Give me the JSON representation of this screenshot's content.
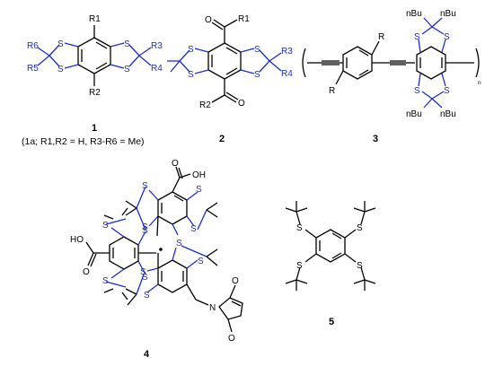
{
  "colors": {
    "ink": "#000000",
    "accent": "#1a2ecc"
  },
  "compound_1": {
    "number": "1",
    "r1": "R1",
    "r2": "R2",
    "r3": "R3",
    "r4": "R4",
    "r5": "R5",
    "r6": "R6",
    "atom_s": "S",
    "note": "(1a; R1,R2 = H, R3-R6 = Me)"
  },
  "compound_2": {
    "number": "2",
    "r1": "R1",
    "r2": "R2",
    "r3": "R3",
    "r4": "R4",
    "atom_s": "S",
    "atom_o": "O"
  },
  "compound_3": {
    "number": "3",
    "r": "R",
    "nbu": "nBu",
    "atom_s": "S",
    "subscript_n": "n"
  },
  "compound_4": {
    "number": "4",
    "acid": "OH",
    "acid_left": "HO",
    "atom_s": "S",
    "atom_o": "O",
    "atom_n": "N"
  },
  "compound_5": {
    "number": "5",
    "atom_s": "S"
  }
}
